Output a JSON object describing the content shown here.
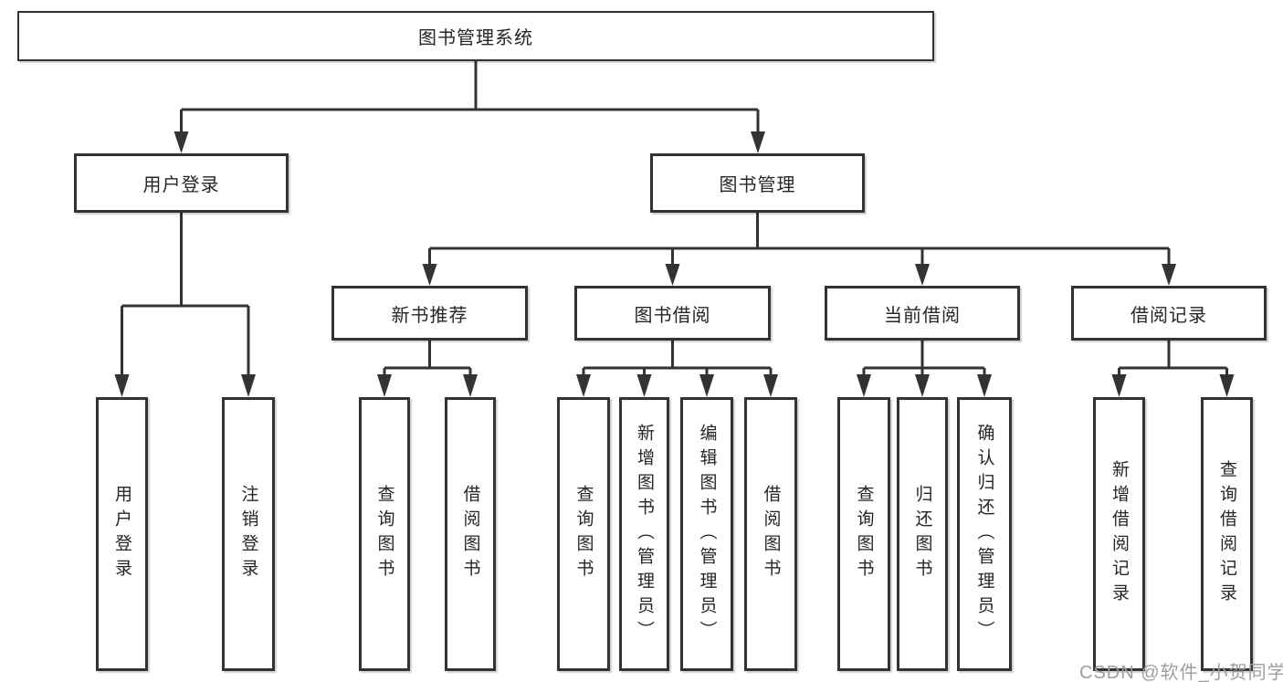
{
  "nodes": {
    "root": "图书管理系统",
    "user_login": "用户登录",
    "book_mgmt": "图书管理",
    "new_books": "新书推荐",
    "book_borrow": "图书借阅",
    "current_borrow": "当前借阅",
    "borrow_records": "借阅记录",
    "leaves_user_login": [
      "用户登录",
      "注销登录"
    ],
    "leaves_new_books": [
      "查询图书",
      "借阅图书"
    ],
    "leaves_book_borrow": [
      "查询图书",
      "新增图书（管理员）",
      "编辑图书（管理员）",
      "借阅图书"
    ],
    "leaves_current_borrow": [
      "查询图书",
      "归还图书",
      "确认归还（管理员）"
    ],
    "leaves_borrow_records": [
      "新增借阅记录",
      "查询借阅记录"
    ]
  },
  "watermark": "CSDN @软件_小贺同学",
  "colors": {
    "line": "#333333",
    "text": "#262626",
    "watermark": "#9e9e9e",
    "background": "#ffffff"
  }
}
